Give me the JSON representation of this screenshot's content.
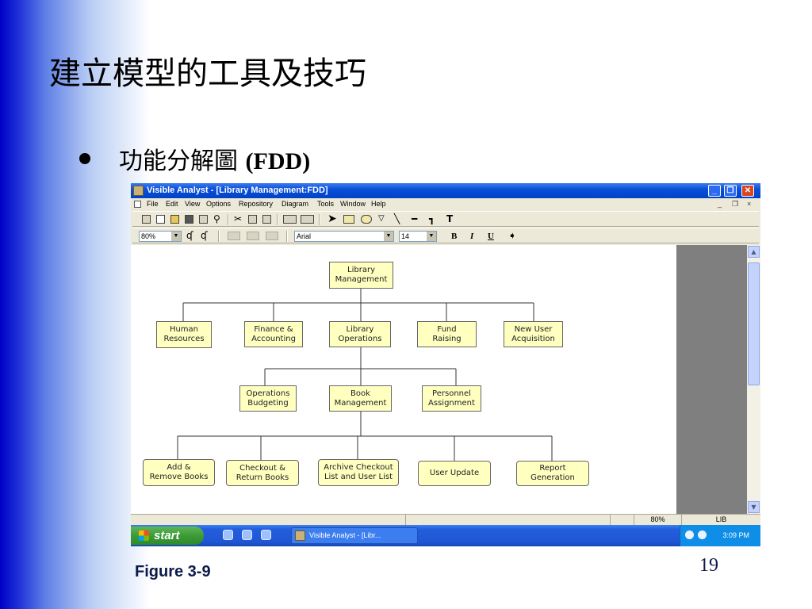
{
  "slide": {
    "title": "建立模型的工具及技巧",
    "bullet_cn": "功能分解圖 ",
    "bullet_en": "(FDD)",
    "caption": "Figure 3-9",
    "page_number": "19"
  },
  "window": {
    "title": "Visible Analyst - [Library Management:FDD]",
    "controls": {
      "minimize": "_",
      "restore": "❐",
      "close": "✕"
    }
  },
  "menu": {
    "items": [
      "File",
      "Edit",
      "View",
      "Options",
      "Repository",
      "Diagram",
      "Tools",
      "Window",
      "Help"
    ],
    "mdi_controls": [
      "_",
      "❐",
      "×"
    ]
  },
  "format_toolbar": {
    "zoom": "80%",
    "font": "Arial",
    "size": "14",
    "bold": "B",
    "italic": "I",
    "underline": "U"
  },
  "fdd": {
    "root": "Library\nManagement",
    "level1": [
      "Human\nResources",
      "Finance &\nAccounting",
      "Library\nOperations",
      "Fund\nRaising",
      "New User\nAcquisition"
    ],
    "level2": [
      "Operations\nBudgeting",
      "Book\nManagement",
      "Personnel\nAssignment"
    ],
    "level3": [
      "Add &\nRemove Books",
      "Checkout &\nReturn Books",
      "Archive Checkout\nList and User List",
      "User Update",
      "Report\nGeneration"
    ]
  },
  "statusbar": {
    "zoom": "80%",
    "mode": "LIB"
  },
  "taskbar": {
    "start": "start",
    "task": "Visible Analyst - [Libr...",
    "clock": "3:09 PM"
  },
  "colors": {
    "slide_accent": "#0000c8",
    "titlebar": "#0a4fd8",
    "box_fill": "#ffffc0",
    "taskbar": "#245edb",
    "start_green": "#3c9a37"
  }
}
